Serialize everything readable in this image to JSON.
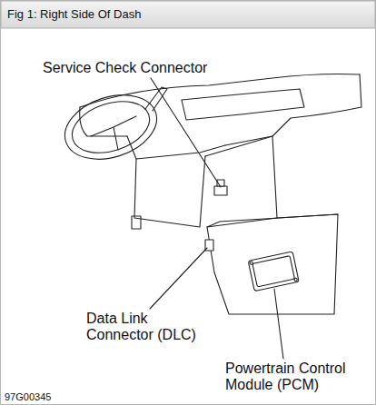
{
  "diagram": {
    "title": "Fig 1: Right Side Of Dash",
    "labels": [
      "Service Check Connector",
      "Data Link Connector (DLC)",
      "Powertrain Control Module (PCM)",
      "97G00345"
    ]
  }
}
